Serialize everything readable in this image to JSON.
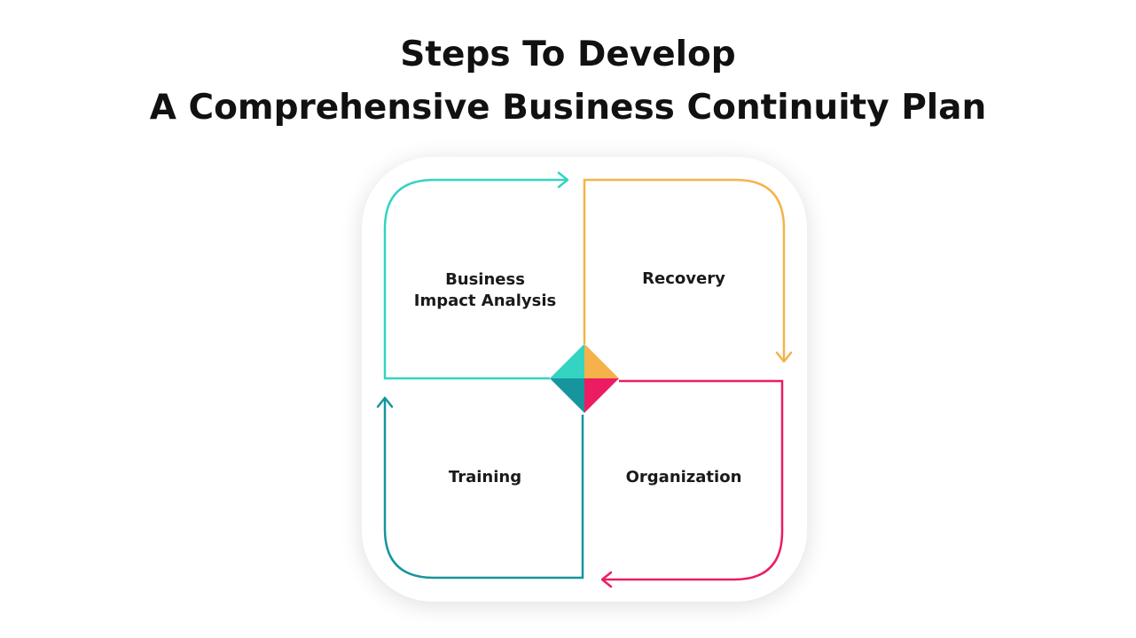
{
  "title": {
    "line1": "Steps To Develop",
    "line2": "A Comprehensive Business Continuity Plan"
  },
  "steps": [
    {
      "id": "business-impact-analysis",
      "lines": [
        "Business",
        "Impact Analysis"
      ],
      "color": "#35D3C2"
    },
    {
      "id": "recovery",
      "lines": [
        "Recovery"
      ],
      "color": "#F6B24A"
    },
    {
      "id": "organization",
      "lines": [
        "Organization"
      ],
      "color": "#EC1C63"
    },
    {
      "id": "training",
      "lines": [
        "Training"
      ],
      "color": "#16959E"
    }
  ]
}
